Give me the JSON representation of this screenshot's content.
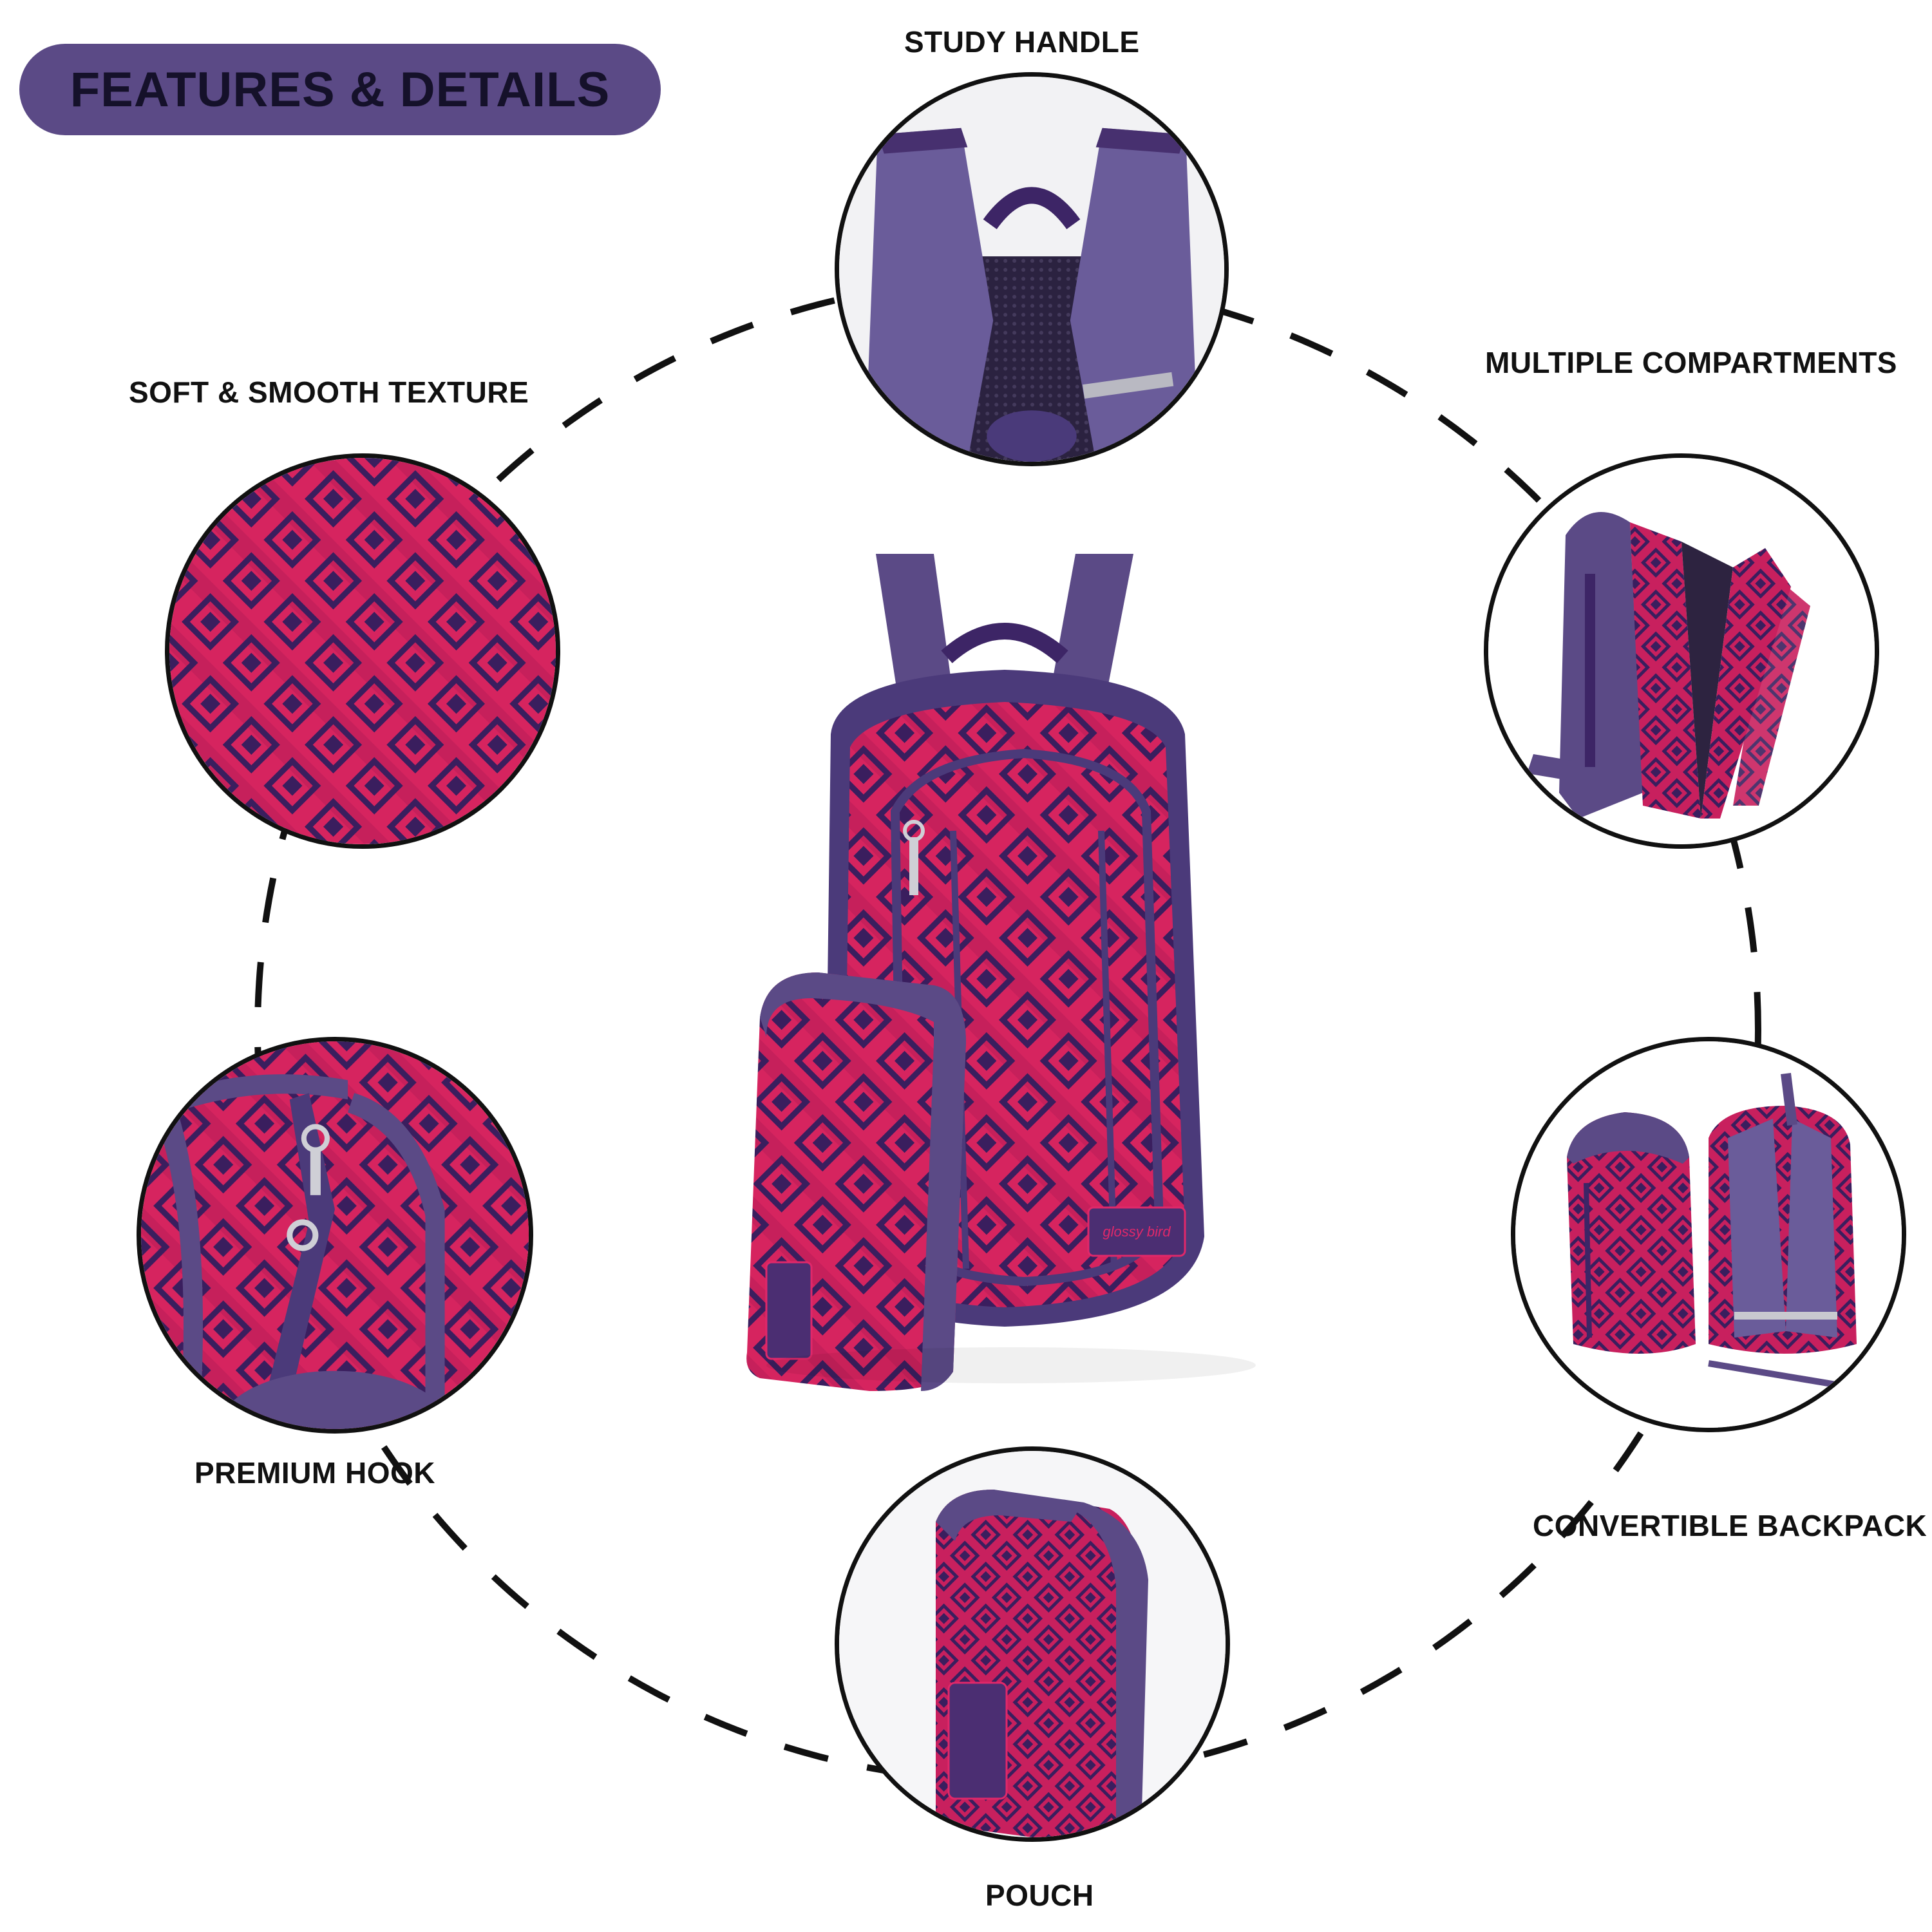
{
  "header": {
    "title": "FEATURES & DETAILS"
  },
  "features": [
    {
      "id": "study-handle",
      "label": "STUDY HANDLE"
    },
    {
      "id": "multiple-compartments",
      "label": "MULTIPLE COMPARTMENTS"
    },
    {
      "id": "soft-smooth-texture",
      "label": "SOFT & SMOOTH TEXTURE"
    },
    {
      "id": "premium-hook",
      "label": "PREMIUM HOOK"
    },
    {
      "id": "convertible-backpack",
      "label": "CONVERTIBLE BACKPACK"
    },
    {
      "id": "pouch",
      "label": "POUCH"
    }
  ],
  "product": {
    "brand": "glossy bird"
  },
  "colors": {
    "purple": "#5b4a86",
    "pink": "#e0286a",
    "dark_purple": "#3d2566",
    "outline": "#111111"
  }
}
